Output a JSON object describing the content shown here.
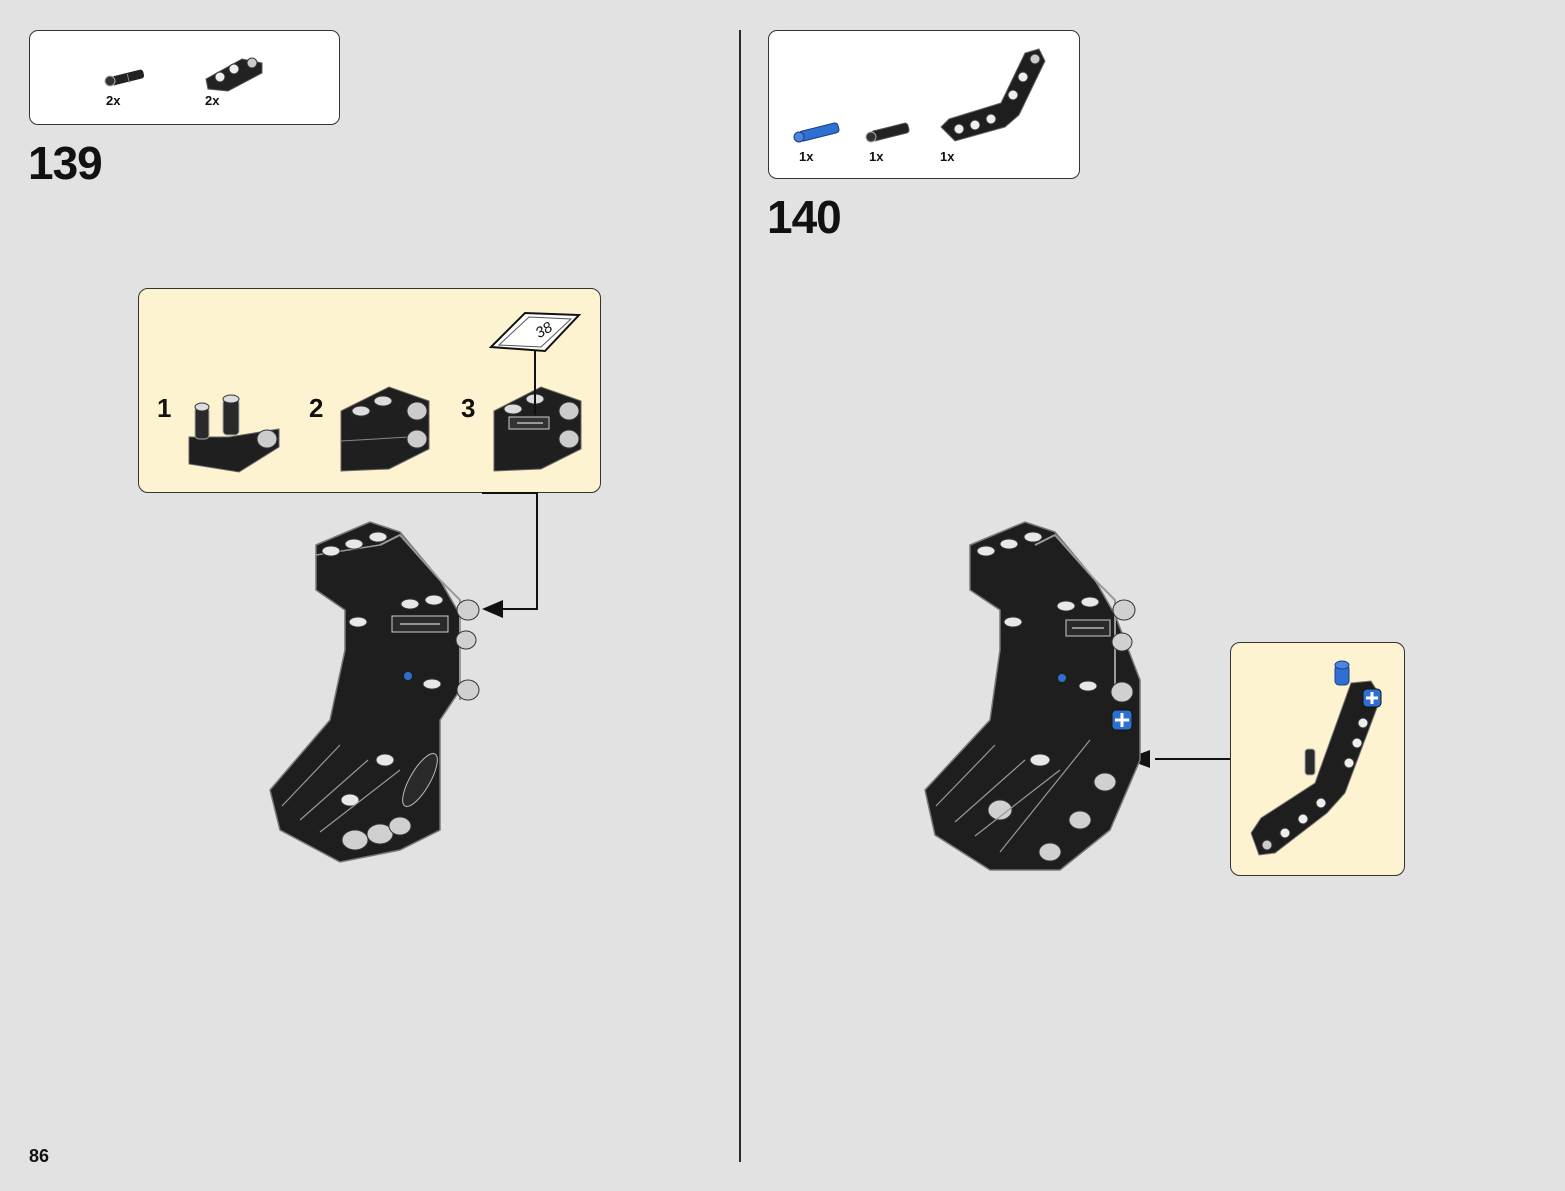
{
  "page_number": "86",
  "steps": [
    {
      "number": "139",
      "parts": [
        {
          "icon": "short-axle-pin-icon",
          "qty": "2x"
        },
        {
          "icon": "double-beam-block-icon",
          "qty": "2x"
        }
      ],
      "substeps": [
        {
          "number": "1"
        },
        {
          "number": "2"
        },
        {
          "number": "3",
          "sticker": "38"
        }
      ]
    },
    {
      "number": "140",
      "parts": [
        {
          "icon": "blue-axle-pin-icon",
          "qty": "1x",
          "color": "#2f6fd1"
        },
        {
          "icon": "black-friction-pin-icon",
          "qty": "1x"
        },
        {
          "icon": "angled-beam-icon",
          "qty": "1x"
        }
      ]
    }
  ],
  "colors": {
    "background": "#e2e2e2",
    "callout": "#fdf3d0",
    "brick": "#1f1f1f",
    "accent_blue": "#2f6fd1"
  }
}
